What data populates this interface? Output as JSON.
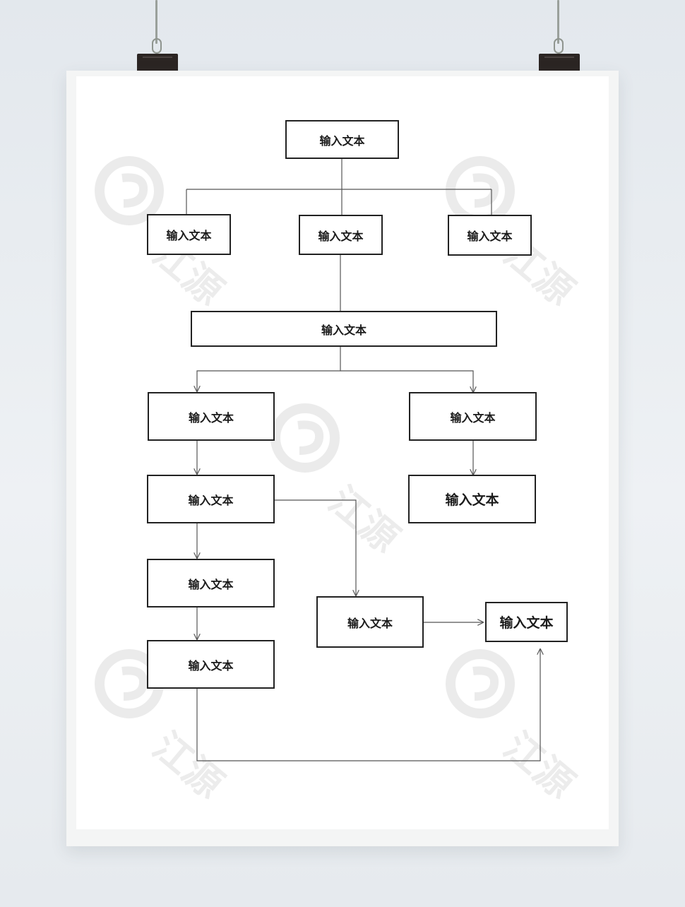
{
  "colors": {
    "background": "#e6eaee",
    "paper": "#ffffff",
    "line": "#555555",
    "box_border": "#222222",
    "clip": "#2b2523",
    "watermark": "#ececec"
  },
  "watermark": {
    "text": "江源"
  },
  "nodes": {
    "top": "输入文本",
    "mid_left": "输入文本",
    "mid_center": "输入文本",
    "mid_right": "输入文本",
    "wide": "输入文本",
    "left_1": "输入文本",
    "right_1": "输入文本",
    "left_2": "输入文本",
    "right_2": "输入文本",
    "left_3": "输入文本",
    "center_box": "输入文本",
    "far_right": "输入文本",
    "left_4": "输入文本"
  }
}
